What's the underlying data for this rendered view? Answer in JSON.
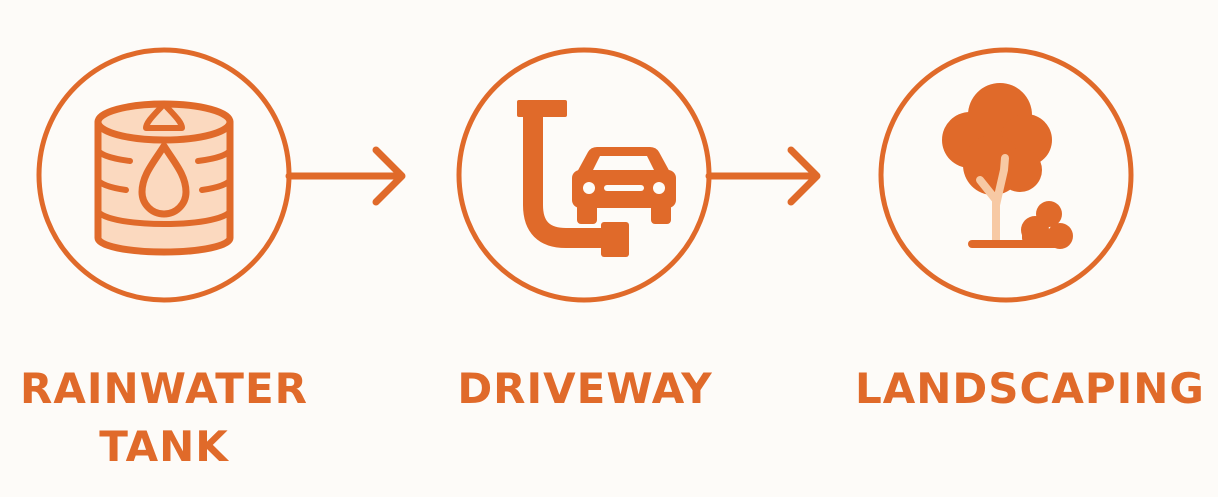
{
  "steps": [
    {
      "id": "rainwater-tank",
      "label_lines": [
        "RAINWATER",
        "TANK"
      ],
      "icon": "rainwater-tank-icon"
    },
    {
      "id": "driveway",
      "label_lines": [
        "DRIVEWAY"
      ],
      "icon": "driveway-pipe-car-icon"
    },
    {
      "id": "landscaping",
      "label_lines": [
        "LANDSCAPING"
      ],
      "icon": "tree-shrub-icon"
    }
  ],
  "colors": {
    "accent": "#e06a2a",
    "accent_light": "#fbd9bf",
    "trunk_light": "#f7c9a4",
    "background": "#fdfbf8"
  }
}
